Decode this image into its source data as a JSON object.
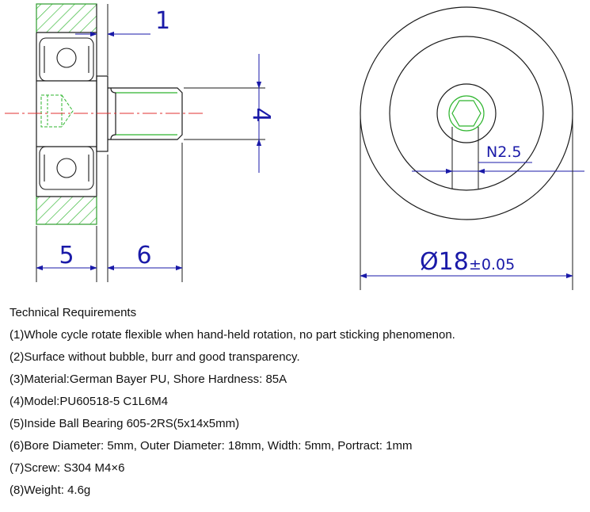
{
  "drawing": {
    "dimensions": {
      "portract": "1",
      "thread_dia": "4",
      "width": "5",
      "screw_length": "6",
      "hex_socket": "N2.5",
      "outer_dia": "Ø18",
      "outer_dia_tol": "±0.05"
    },
    "colors": {
      "outline": "#1a1a1a",
      "dimension": "#1a1aa8",
      "hatch": "#2fb52f",
      "centerline": "#e03030"
    }
  },
  "requirements": {
    "title": "Technical Requirements",
    "items": [
      "(1)Whole cycle rotate flexible when hand-held rotation, no part sticking phenomenon.",
      "(2)Surface without bubble, burr and good transparency.",
      "(3)Material:German Bayer PU, Shore Hardness: 85A",
      "(4)Model:PU60518-5 C1L6M4",
      "(5)Inside Ball Bearing 605-2RS(5x14x5mm)",
      "(6)Bore Diameter: 5mm, Outer Diameter: 18mm, Width: 5mm, Portract: 1mm",
      "(7)Screw: S304 M4×6",
      "(8)Weight: 4.6g"
    ]
  }
}
